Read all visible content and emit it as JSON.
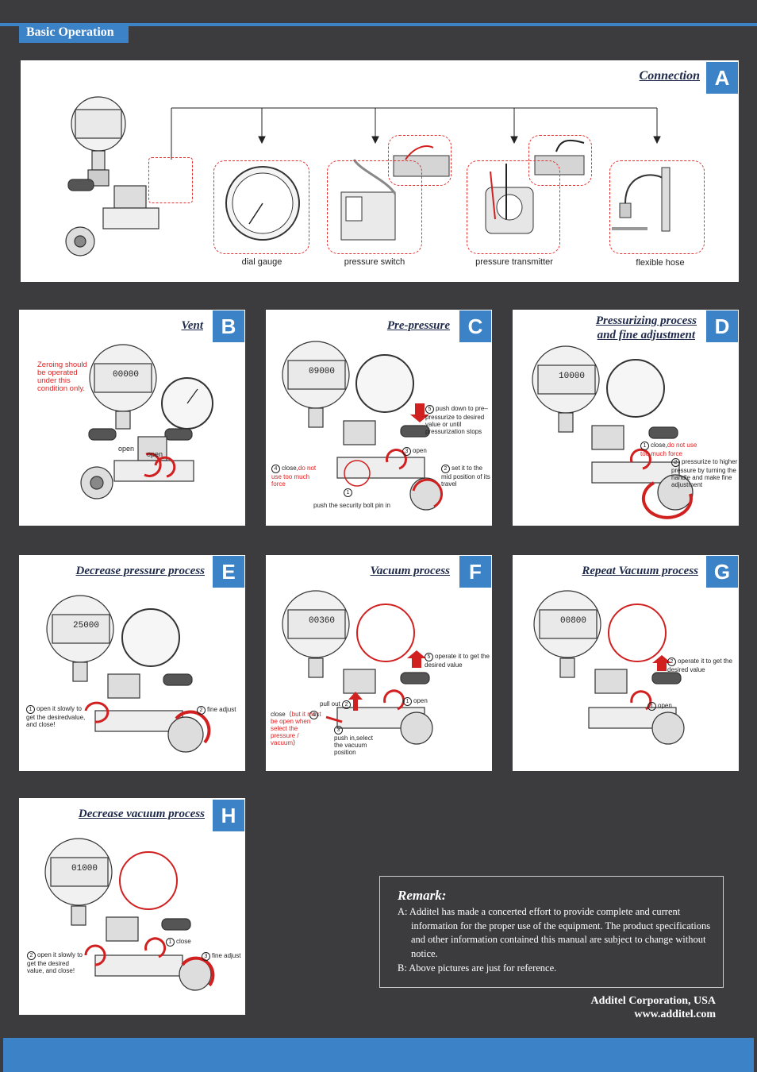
{
  "header": {
    "section_title": "Basic Operation"
  },
  "panels": {
    "A": {
      "letter": "A",
      "title": "Connection",
      "devices": [
        "dial gauge",
        "pressure switch",
        "pressure transmitter",
        "flexible hose"
      ]
    },
    "B": {
      "letter": "B",
      "title": "Vent",
      "note": "Zeroing should be operated under this condition only.",
      "open1": "open",
      "open2": "open",
      "display": "00000"
    },
    "C": {
      "letter": "C",
      "title": "Pre-pressure",
      "s5": "push down to pre–pressurize to desired value or until pressurization stops",
      "s3": "open",
      "s4a": "close,",
      "s4b": "do not use too much force",
      "s2": "set it to the mid position of its travel",
      "s1": "push the security bolt pin in",
      "display": "09000"
    },
    "D": {
      "letter": "D",
      "title1": "Pressurizing process",
      "title2": "and fine adjustment",
      "s1a": "close,",
      "s1b": "do not use too much force",
      "s2": "pressurize to higher pressure by turning the handle and make fine adjustment",
      "display": "10000"
    },
    "E": {
      "letter": "E",
      "title": "Decrease pressure process",
      "s1": "open it slowly to get the desiredvalue, and close!",
      "s2": "fine adjust",
      "display": "25000"
    },
    "F": {
      "letter": "F",
      "title": "Vacuum process",
      "s5": "operate it to get the  desired value",
      "s1": "open",
      "s2": "pull out",
      "s4a": "close（",
      "s4b": "but it must be open when select the pressure / vacuum",
      "s4c": "）",
      "s3": "push in,select the vacuum position",
      "display": "00360"
    },
    "G": {
      "letter": "G",
      "title": "Repeat Vacuum process",
      "s2": "operate it to get the desired value",
      "s1": "open",
      "display": "00800"
    },
    "H": {
      "letter": "H",
      "title": "Decrease vacuum process",
      "s1": "close",
      "s2": "open it slowly to get the desired value, and close!",
      "s3": "fine adjust",
      "display": "01000"
    }
  },
  "remark": {
    "title": "Remark:",
    "a": "A: Additel has made a concerted effort to provide complete and current information for the proper use of the equipment. The product specifications and other information contained this manual are subject to change without notice.",
    "b": "B: Above pictures are just for reference."
  },
  "footer": {
    "company": "Additel  Corporation, USA",
    "website": "www.additel.com"
  },
  "colors": {
    "accent": "#3b82c6",
    "background": "#3c3c3e",
    "warning": "#e02020"
  }
}
